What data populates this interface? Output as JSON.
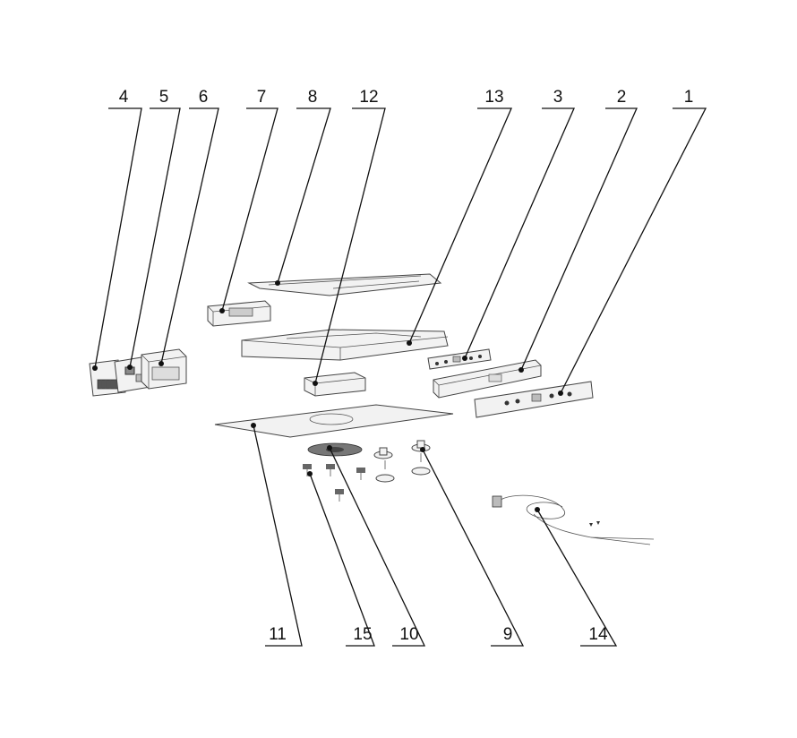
{
  "diagram": {
    "callouts": [
      {
        "id": "c4",
        "label": "4"
      },
      {
        "id": "c5",
        "label": "5"
      },
      {
        "id": "c6",
        "label": "6"
      },
      {
        "id": "c7",
        "label": "7"
      },
      {
        "id": "c8",
        "label": "8"
      },
      {
        "id": "c12",
        "label": "12"
      },
      {
        "id": "c13",
        "label": "13"
      },
      {
        "id": "c3",
        "label": "3"
      },
      {
        "id": "c2",
        "label": "2"
      },
      {
        "id": "c1",
        "label": "1"
      },
      {
        "id": "c11",
        "label": "11"
      },
      {
        "id": "c15",
        "label": "15"
      },
      {
        "id": "c10",
        "label": "10"
      },
      {
        "id": "c9",
        "label": "9"
      },
      {
        "id": "c14",
        "label": "14"
      }
    ]
  }
}
